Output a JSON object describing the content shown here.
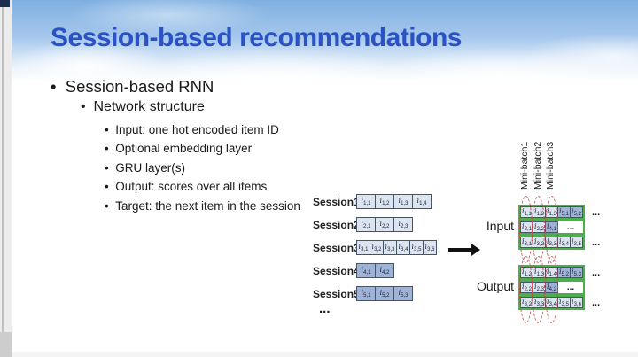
{
  "slide": {
    "title": "Session-based recommendations",
    "bullet1": "Session-based RNN",
    "bullet2": "Network structure",
    "sub_bullets": [
      "Input: one hot encoded item ID",
      "Optional embedding layer",
      "GRU layer(s)",
      "Output: scores over all items",
      "Target: the next item in the session"
    ]
  },
  "diagram": {
    "item_symbol": "i",
    "ellipsis": "...",
    "sessions": [
      {
        "label": "Session1",
        "shade": "light",
        "compact": false,
        "items": [
          "1,1",
          "1,2",
          "1,3",
          "1,4"
        ]
      },
      {
        "label": "Session2",
        "shade": "light",
        "compact": false,
        "items": [
          "2,1",
          "2,2",
          "2,3"
        ]
      },
      {
        "label": "Session3",
        "shade": "light",
        "compact": true,
        "items": [
          "3,1",
          "3,2",
          "3,3",
          "3,4",
          "3,5",
          "3,6"
        ]
      },
      {
        "label": "Session4",
        "shade": "dark",
        "compact": false,
        "items": [
          "4,1",
          "4,2"
        ]
      },
      {
        "label": "Session5",
        "shade": "dark",
        "compact": false,
        "items": [
          "5,1",
          "5,2",
          "5,3"
        ]
      }
    ],
    "minibatch_labels": [
      "Mini-batch1",
      "Mini-batch2",
      "Mini-batch3"
    ],
    "input_label": "Input",
    "output_label": "Output",
    "input_rows": [
      {
        "tail": true,
        "inner_ellipsis": false,
        "cells": [
          {
            "sub": "1,1",
            "shade": "light"
          },
          {
            "sub": "1,2",
            "shade": "light"
          },
          {
            "sub": "1,3",
            "shade": "light"
          },
          {
            "sub": "5,1",
            "shade": "dark"
          },
          {
            "sub": "5,2",
            "shade": "dark"
          }
        ]
      },
      {
        "tail": false,
        "inner_ellipsis": true,
        "cells": [
          {
            "sub": "2,1",
            "shade": "light"
          },
          {
            "sub": "2,2",
            "shade": "light"
          },
          {
            "sub": "4,1",
            "shade": "dark"
          }
        ]
      },
      {
        "tail": true,
        "inner_ellipsis": false,
        "cells": [
          {
            "sub": "3,1",
            "shade": "light"
          },
          {
            "sub": "3,2",
            "shade": "light"
          },
          {
            "sub": "3,3",
            "shade": "light"
          },
          {
            "sub": "3,4",
            "shade": "light"
          },
          {
            "sub": "3,5",
            "shade": "light"
          }
        ]
      }
    ],
    "output_rows": [
      {
        "tail": true,
        "inner_ellipsis": false,
        "cells": [
          {
            "sub": "1,2",
            "shade": "light"
          },
          {
            "sub": "1,3",
            "shade": "light"
          },
          {
            "sub": "1,4",
            "shade": "light"
          },
          {
            "sub": "5,2",
            "shade": "dark"
          },
          {
            "sub": "5,3",
            "shade": "dark"
          }
        ]
      },
      {
        "tail": false,
        "inner_ellipsis": true,
        "cells": [
          {
            "sub": "2,2",
            "shade": "light"
          },
          {
            "sub": "2,3",
            "shade": "light"
          },
          {
            "sub": "4,2",
            "shade": "dark"
          }
        ]
      },
      {
        "tail": true,
        "inner_ellipsis": false,
        "cells": [
          {
            "sub": "3,2",
            "shade": "light"
          },
          {
            "sub": "3,3",
            "shade": "light"
          },
          {
            "sub": "3,4",
            "shade": "light"
          },
          {
            "sub": "3,5",
            "shade": "light"
          },
          {
            "sub": "3,6",
            "shade": "light"
          }
        ]
      }
    ]
  },
  "colors": {
    "title_blue": "#2a52c4",
    "box_light": "#dce4f0",
    "box_dark": "#9fb3d6",
    "box_border": "#44536e",
    "batch_green": "#4cae4c",
    "ellipse_red": "#c0504d"
  }
}
